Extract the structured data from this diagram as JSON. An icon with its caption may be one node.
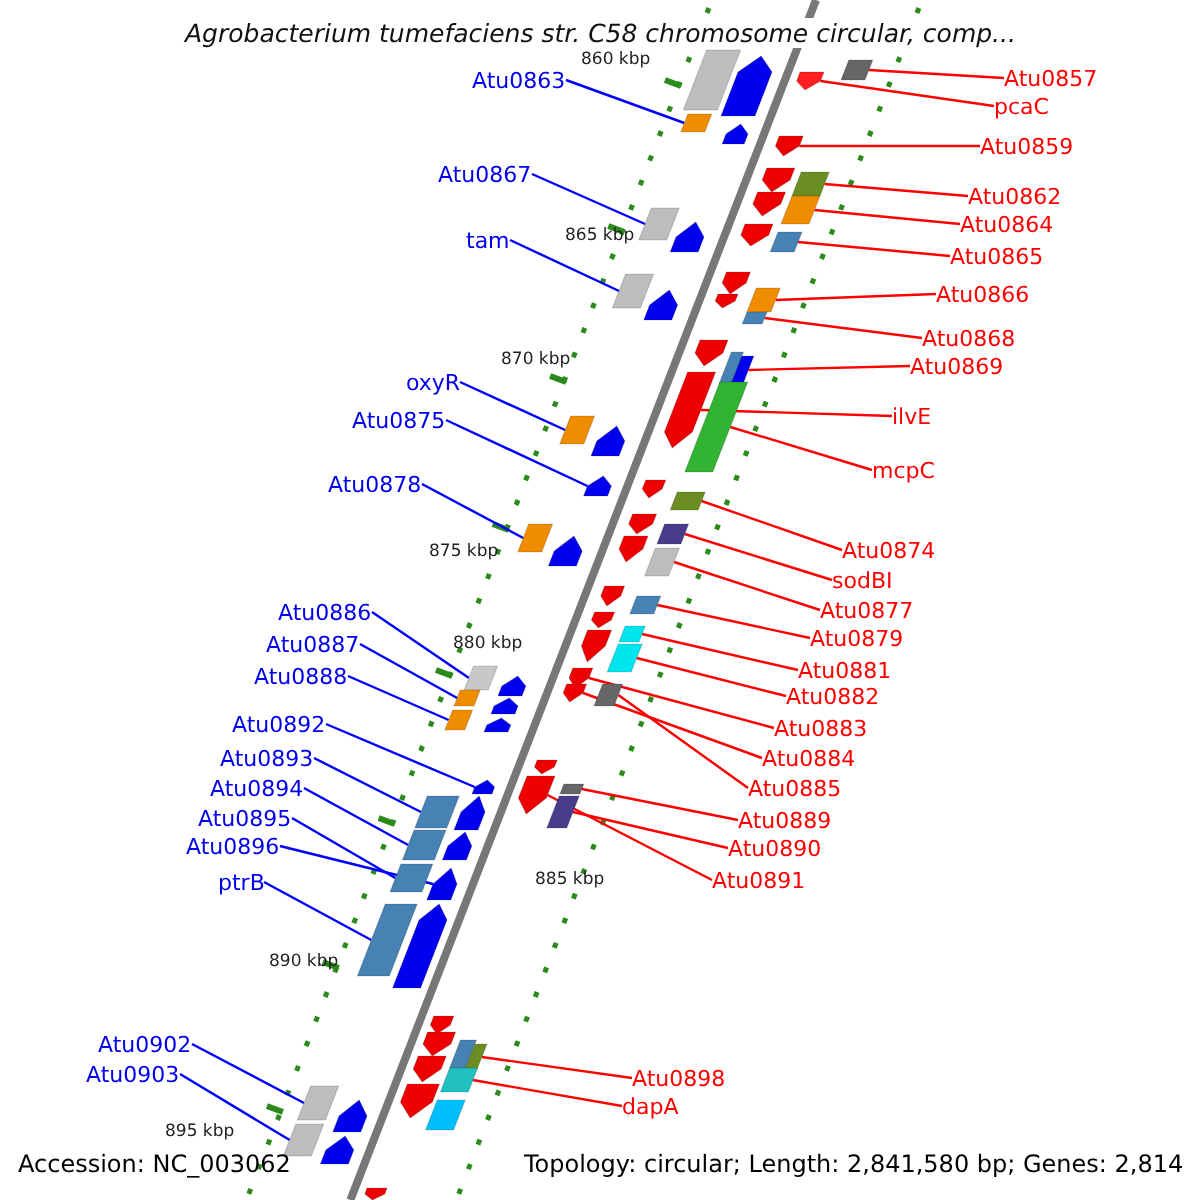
{
  "diagram": {
    "title": "Agrobacterium tumefaciens str. C58 chromosome circular, comp...",
    "nodes": [
      {
        "text": [
          "Atu0863"
        ]
      },
      {
        "text": [
          "Atu0867"
        ]
      },
      {
        "text": [
          "tam"
        ]
      },
      {
        "text": [
          "oxyR"
        ]
      },
      {
        "text": [
          "Atu0875"
        ]
      },
      {
        "text": [
          "Atu0878"
        ]
      },
      {
        "text": [
          "Atu0886"
        ]
      },
      {
        "text": [
          "Atu0887"
        ]
      },
      {
        "text": [
          "Atu0888"
        ]
      },
      {
        "text": [
          "Atu0892"
        ]
      },
      {
        "text": [
          "Atu0893"
        ]
      },
      {
        "text": [
          "Atu0894"
        ]
      },
      {
        "text": [
          "Atu0895"
        ]
      },
      {
        "text": [
          "Atu0896"
        ]
      },
      {
        "text": [
          "ptrB"
        ]
      },
      {
        "text": [
          "Atu0902"
        ]
      },
      {
        "text": [
          "Atu0903"
        ]
      },
      {
        "text": [
          "Atu0857"
        ]
      },
      {
        "text": [
          "pcaC"
        ]
      },
      {
        "text": [
          "Atu0859"
        ]
      },
      {
        "text": [
          "Atu0862"
        ]
      },
      {
        "text": [
          "Atu0864"
        ]
      },
      {
        "text": [
          "Atu0865"
        ]
      },
      {
        "text": [
          "Atu0866"
        ]
      },
      {
        "text": [
          "Atu0868"
        ]
      },
      {
        "text": [
          "Atu0869"
        ]
      },
      {
        "text": [
          "ilvE"
        ]
      },
      {
        "text": [
          "mcpC"
        ]
      },
      {
        "text": [
          "Atu0874"
        ]
      },
      {
        "text": [
          "sodBI"
        ]
      },
      {
        "text": [
          "Atu0877"
        ]
      },
      {
        "text": [
          "Atu0879"
        ]
      },
      {
        "text": [
          "Atu0881"
        ]
      },
      {
        "text": [
          "Atu0882"
        ]
      },
      {
        "text": [
          "Atu0883"
        ]
      },
      {
        "text": [
          "Atu0884"
        ]
      },
      {
        "text": [
          "Atu0885"
        ]
      },
      {
        "text": [
          "Atu0889"
        ]
      },
      {
        "text": [
          "Atu0890"
        ]
      },
      {
        "text": [
          "Atu0891"
        ]
      },
      {
        "text": [
          "Atu0898"
        ]
      },
      {
        "text": [
          "dapA"
        ]
      },
      {
        "text": [],
        "shape": "box"
      },
      {
        "text": [],
        "shape": "arrow"
      },
      {
        "text": [],
        "shape": "box"
      },
      {
        "text": [],
        "shape": "arrow"
      },
      {
        "text": [],
        "shape": "box"
      },
      {
        "text": [],
        "shape": "arrow"
      },
      {
        "text": [],
        "shape": "arrow"
      },
      {
        "text": [],
        "shape": "arrow"
      },
      {
        "text": [],
        "shape": "box"
      },
      {
        "text": [],
        "shape": "arrow"
      },
      {
        "text": [],
        "shape": "box"
      },
      {
        "text": [],
        "shape": "box"
      },
      {
        "text": [],
        "shape": "arrow"
      },
      {
        "text": [],
        "shape": "arrow"
      },
      {
        "text": [],
        "shape": "box"
      },
      {
        "text": [],
        "shape": "arrow"
      },
      {
        "text": [],
        "shape": "box"
      },
      {
        "text": [],
        "shape": "box"
      },
      {
        "text": [],
        "shape": "arrow"
      },
      {
        "text": [],
        "shape": "arrow"
      },
      {
        "text": [],
        "shape": "box"
      },
      {
        "text": [],
        "shape": "arrow"
      },
      {
        "text": [],
        "shape": "box"
      },
      {
        "text": [],
        "shape": "box"
      },
      {
        "text": [],
        "shape": "arrow"
      },
      {
        "text": [],
        "shape": "box"
      },
      {
        "text": [],
        "shape": "box"
      },
      {
        "text": [],
        "shape": "arrow"
      },
      {
        "text": [],
        "shape": "arrow"
      },
      {
        "text": [],
        "shape": "arrow"
      },
      {
        "text": [],
        "shape": "box"
      },
      {
        "text": [],
        "shape": "arrow"
      },
      {
        "text": [],
        "shape": "box"
      },
      {
        "text": [],
        "shape": "box"
      },
      {
        "text": [],
        "shape": "arrow"
      },
      {
        "text": [],
        "shape": "arrow"
      },
      {
        "text": [],
        "shape": "box"
      },
      {
        "text": [],
        "shape": "arrow"
      },
      {
        "text": [],
        "shape": "box"
      },
      {
        "text": [],
        "shape": "arrow"
      },
      {
        "text": [],
        "shape": "box"
      },
      {
        "text": [],
        "shape": "arrow"
      },
      {
        "text": [],
        "shape": "box"
      },
      {
        "text": [],
        "shape": "box"
      },
      {
        "text": [],
        "shape": "arrow"
      },
      {
        "text": [],
        "shape": "arrow"
      },
      {
        "text": [],
        "shape": "arrow"
      },
      {
        "text": [],
        "shape": "box"
      },
      {
        "text": [],
        "shape": "box"
      },
      {
        "text": [],
        "shape": "arrow"
      },
      {
        "text": [],
        "shape": "box"
      },
      {
        "text": [],
        "shape": "arrow"
      },
      {
        "text": [],
        "shape": "arrow"
      },
      {
        "text": [],
        "shape": "arrow"
      },
      {
        "text": [],
        "shape": "arrow"
      },
      {
        "text": [],
        "shape": "box"
      },
      {
        "text": [],
        "shape": "box"
      },
      {
        "text": [],
        "shape": "arrow"
      },
      {
        "text": [],
        "shape": "box"
      },
      {
        "text": [],
        "shape": "box"
      },
      {
        "text": [],
        "shape": "arrow"
      },
      {
        "text": [],
        "shape": "box"
      },
      {
        "text": [],
        "shape": "arrow"
      },
      {
        "text": [],
        "shape": "box"
      },
      {
        "text": [],
        "shape": "arrow"
      },
      {
        "text": [],
        "shape": "arrow"
      },
      {
        "text": [],
        "shape": "arrow"
      },
      {
        "text": [],
        "shape": "box"
      },
      {
        "text": [],
        "shape": "box"
      },
      {
        "text": [],
        "shape": "arrow"
      },
      {
        "text": [],
        "shape": "box"
      },
      {
        "text": [],
        "shape": "arrow"
      },
      {
        "text": [],
        "shape": "box"
      },
      {
        "text": [],
        "shape": "arrow"
      },
      {
        "text": [],
        "shape": "box"
      },
      {
        "text": [],
        "shape": "box"
      },
      {
        "text": [],
        "shape": "arrow"
      },
      {
        "text": [],
        "shape": "arrow"
      }
    ],
    "edges": [
      {
        "from": 0,
        "to": 46,
        "arrow": "none",
        "color": "#0000ff"
      },
      {
        "from": 1,
        "to": 53,
        "arrow": "none",
        "color": "#0000ff"
      },
      {
        "from": 2,
        "to": 58,
        "arrow": "none",
        "color": "#0000ff"
      },
      {
        "from": 3,
        "to": 68,
        "arrow": "none",
        "color": "#0000ff"
      },
      {
        "from": 4,
        "to": 70,
        "arrow": "none",
        "color": "#0000ff"
      },
      {
        "from": 5,
        "to": 74,
        "arrow": "none",
        "color": "#0000ff"
      },
      {
        "from": 6,
        "to": 85,
        "arrow": "none",
        "color": "#0000ff"
      },
      {
        "from": 7,
        "to": 90,
        "arrow": "none",
        "color": "#0000ff"
      },
      {
        "from": 8,
        "to": 92,
        "arrow": "none",
        "color": "#0000ff"
      },
      {
        "from": 9,
        "to": 96,
        "arrow": "none",
        "color": "#0000ff"
      },
      {
        "from": 10,
        "to": 98,
        "arrow": "none",
        "color": "#0000ff"
      },
      {
        "from": 11,
        "to": 101,
        "arrow": "none",
        "color": "#0000ff"
      },
      {
        "from": 12,
        "to": 103,
        "arrow": "none",
        "color": "#0000ff"
      },
      {
        "from": 13,
        "to": 104,
        "arrow": "none",
        "color": "#0000ff"
      },
      {
        "from": 14,
        "to": 105,
        "arrow": "none",
        "color": "#0000ff"
      },
      {
        "from": 15,
        "to": 114,
        "arrow": "none",
        "color": "#0000ff"
      },
      {
        "from": 16,
        "to": 117,
        "arrow": "none",
        "color": "#0000ff"
      },
      {
        "from": 17,
        "to": 44,
        "arrow": "none"
      },
      {
        "from": 18,
        "to": 45,
        "arrow": "none"
      },
      {
        "from": 19,
        "to": 48,
        "arrow": "none"
      },
      {
        "from": 20,
        "to": 50,
        "arrow": "none"
      },
      {
        "from": 21,
        "to": 52,
        "arrow": "none"
      },
      {
        "from": 22,
        "to": 56,
        "arrow": "none"
      },
      {
        "from": 23,
        "to": 59,
        "arrow": "none"
      },
      {
        "from": 24,
        "to": 62,
        "arrow": "none"
      },
      {
        "from": 25,
        "to": 65,
        "arrow": "none"
      },
      {
        "from": 26,
        "to": 66,
        "arrow": "none"
      },
      {
        "from": 27,
        "to": 67,
        "arrow": "none"
      },
      {
        "from": 28,
        "to": 72,
        "arrow": "none"
      },
      {
        "from": 29,
        "to": 75,
        "arrow": "none"
      },
      {
        "from": 30,
        "to": 78,
        "arrow": "none"
      },
      {
        "from": 31,
        "to": 80,
        "arrow": "none"
      },
      {
        "from": 32,
        "to": 82,
        "arrow": "none"
      },
      {
        "from": 33,
        "to": 84,
        "arrow": "none"
      },
      {
        "from": 34,
        "to": 86,
        "arrow": "none"
      },
      {
        "from": 35,
        "to": 88,
        "arrow": "none"
      },
      {
        "from": 36,
        "to": 89,
        "arrow": "none"
      },
      {
        "from": 37,
        "to": 97,
        "arrow": "none"
      },
      {
        "from": 38,
        "to": 100,
        "arrow": "none"
      },
      {
        "from": 39,
        "to": 95,
        "arrow": "none"
      },
      {
        "from": 40,
        "to": 110,
        "arrow": "none"
      },
      {
        "from": 41,
        "to": 112,
        "arrow": "none"
      }
    ],
    "labels": [
      "860 kbp",
      "865 kbp",
      "870 kbp",
      "875 kbp",
      "880 kbp",
      "885 kbp",
      "890 kbp",
      "895 kbp",
      "Accession: NC_003062",
      "Topology: circular; Length: 2,841,580 bp; Genes: 2,814"
    ]
  }
}
